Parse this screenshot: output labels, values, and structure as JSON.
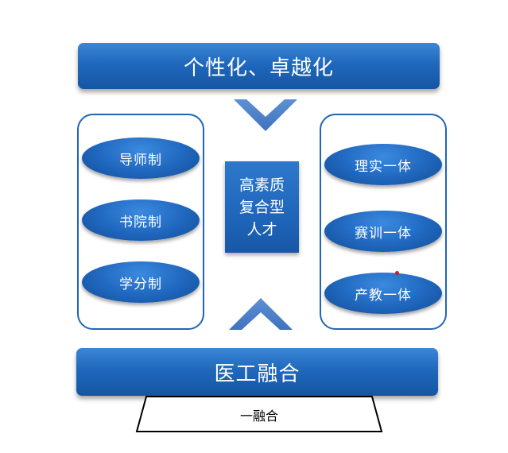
{
  "diagram": {
    "top_banner": "个性化、卓越化",
    "bottom_banner": "医工融合",
    "left_items": [
      "导师制",
      "书院制",
      "学分制"
    ],
    "right_items": [
      "理实一体",
      "赛训一体",
      "产教一体"
    ],
    "center_lines": [
      "高素质",
      "复合型",
      "人才"
    ],
    "base_label": "一融合"
  },
  "colors": {
    "primary_blue": "#1f66bb",
    "panel_border": "#1f66b8",
    "chevron_blue": "#4a7ec7",
    "marker_red": "#d61a1a"
  }
}
